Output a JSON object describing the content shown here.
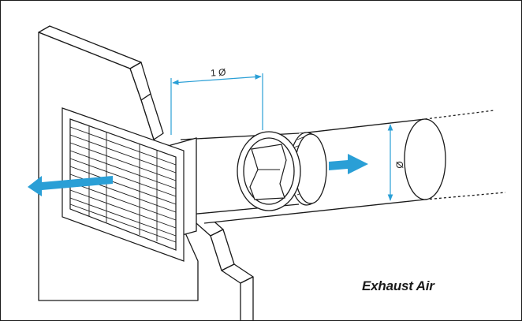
{
  "diagram": {
    "dimension_length_label": "1 Ø",
    "dimension_diameter_label": "Ø",
    "caption": "Exhaust Air",
    "colors": {
      "line": "#1a1a1a",
      "accent": "#2a9fd6"
    }
  }
}
